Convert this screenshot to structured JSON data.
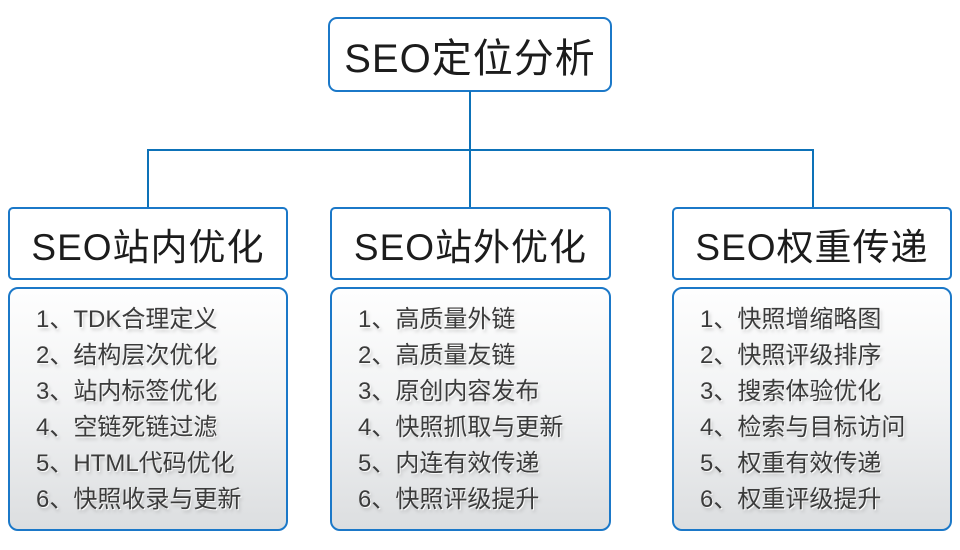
{
  "root": {
    "label": "SEO定位分析"
  },
  "columns": [
    {
      "header": "SEO站内优化",
      "items": [
        "1、TDK合理定义",
        "2、结构层次优化",
        "3、站内标签优化",
        "4、空链死链过滤",
        "5、HTML代码优化",
        "6、快照收录与更新"
      ]
    },
    {
      "header": "SEO站外优化",
      "items": [
        "1、高质量外链",
        "2、高质量友链",
        "3、原创内容发布",
        "4、快照抓取与更新",
        "5、内连有效传递",
        "6、快照评级提升"
      ]
    },
    {
      "header": "SEO权重传递",
      "items": [
        "1、快照增缩略图",
        "2、快照评级排序",
        "3、搜索体验优化",
        "4、检索与目标访问",
        "5、权重有效传递",
        "6、权重评级提升"
      ]
    }
  ],
  "colors": {
    "box_border": "#1b78c8",
    "connector_line": "#0d72b8",
    "list_bg_top": "#fefefe",
    "list_bg_bottom": "#dcdee0",
    "text": "#3b3b3b"
  }
}
